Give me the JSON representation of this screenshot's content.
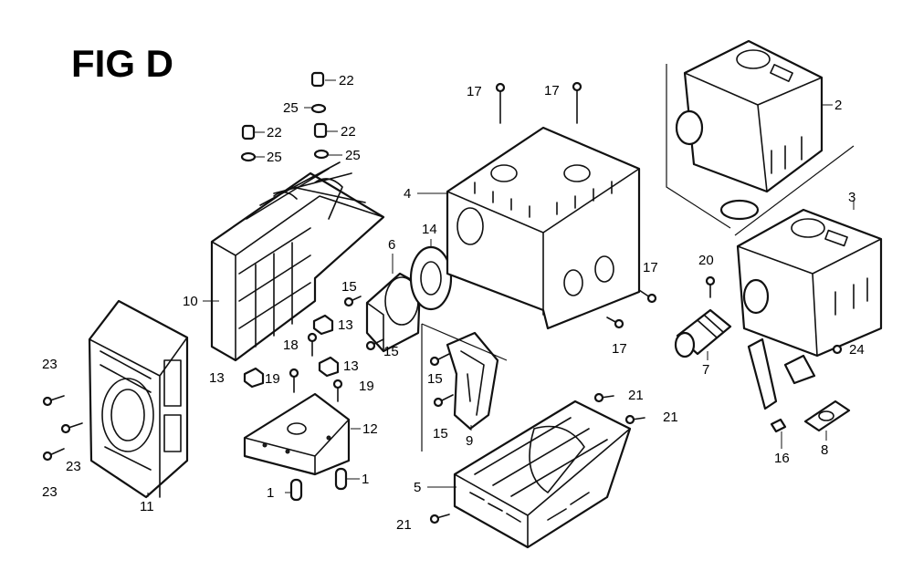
{
  "figure": {
    "title": "FIG D"
  },
  "callouts": [
    {
      "id": "c1a",
      "text": "1"
    },
    {
      "id": "c1b",
      "text": "1"
    },
    {
      "id": "c2",
      "text": "2"
    },
    {
      "id": "c3",
      "text": "3"
    },
    {
      "id": "c4",
      "text": "4"
    },
    {
      "id": "c5",
      "text": "5"
    },
    {
      "id": "c6",
      "text": "6"
    },
    {
      "id": "c7",
      "text": "7"
    },
    {
      "id": "c8",
      "text": "8"
    },
    {
      "id": "c9",
      "text": "9"
    },
    {
      "id": "c10",
      "text": "10"
    },
    {
      "id": "c11",
      "text": "11"
    },
    {
      "id": "c12",
      "text": "12"
    },
    {
      "id": "c13a",
      "text": "13"
    },
    {
      "id": "c13b",
      "text": "13"
    },
    {
      "id": "c13c",
      "text": "13"
    },
    {
      "id": "c14",
      "text": "14"
    },
    {
      "id": "c15a",
      "text": "15"
    },
    {
      "id": "c15b",
      "text": "15"
    },
    {
      "id": "c15c",
      "text": "15"
    },
    {
      "id": "c15d",
      "text": "15"
    },
    {
      "id": "c16",
      "text": "16"
    },
    {
      "id": "c17a",
      "text": "17"
    },
    {
      "id": "c17b",
      "text": "17"
    },
    {
      "id": "c17c",
      "text": "17"
    },
    {
      "id": "c17d",
      "text": "17"
    },
    {
      "id": "c18",
      "text": "18"
    },
    {
      "id": "c19a",
      "text": "19"
    },
    {
      "id": "c19b",
      "text": "19"
    },
    {
      "id": "c20",
      "text": "20"
    },
    {
      "id": "c21a",
      "text": "21"
    },
    {
      "id": "c21b",
      "text": "21"
    },
    {
      "id": "c21c",
      "text": "21"
    },
    {
      "id": "c22a",
      "text": "22"
    },
    {
      "id": "c22b",
      "text": "22"
    },
    {
      "id": "c22c",
      "text": "22"
    },
    {
      "id": "c23a",
      "text": "23"
    },
    {
      "id": "c23b",
      "text": "23"
    },
    {
      "id": "c23c",
      "text": "23"
    },
    {
      "id": "c24",
      "text": "24"
    },
    {
      "id": "c25a",
      "text": "25"
    },
    {
      "id": "c25b",
      "text": "25"
    },
    {
      "id": "c25c",
      "text": "25"
    }
  ]
}
